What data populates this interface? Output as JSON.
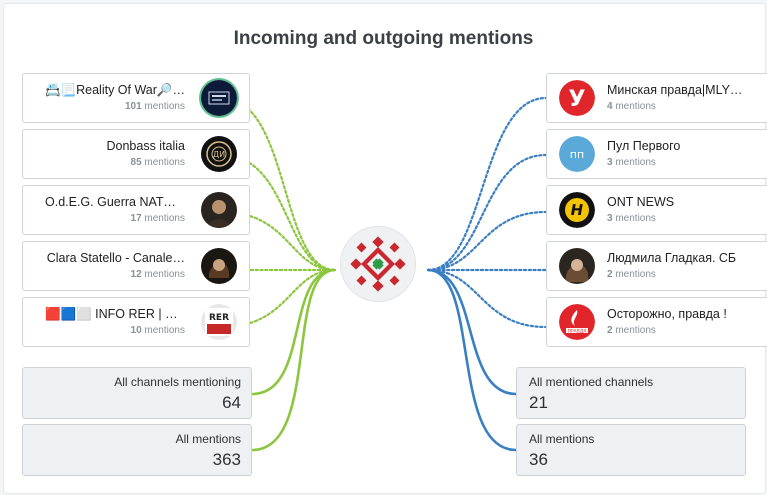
{
  "title": "Incoming and outgoing mentions",
  "colors": {
    "incoming": "#8cc63f",
    "outgoing": "#3a7fc1"
  },
  "incoming": {
    "channels": [
      {
        "name": "📇📃Reality Of War🔎📖",
        "mentions": "101",
        "suffix": " mentions",
        "avatar": "reality-of-war-avatar"
      },
      {
        "name": "Donbass italia",
        "mentions": "85",
        "suffix": " mentions",
        "avatar": "donbass-italia-avatar"
      },
      {
        "name": "O.d.E.G. Guerra NATO…",
        "mentions": "17",
        "suffix": " mentions",
        "avatar": "odeg-avatar"
      },
      {
        "name": "Clara Statello - Canale…",
        "mentions": "12",
        "suffix": " mentions",
        "avatar": "clara-statello-avatar"
      },
      {
        "name": "🟥🟦⬜ INFO RER | Ru…",
        "mentions": "10",
        "suffix": " mentions",
        "avatar": "info-rer-avatar"
      }
    ],
    "all_channels_label": "All channels mentioning",
    "all_channels_value": "64",
    "all_mentions_label": "All mentions",
    "all_mentions_value": "363"
  },
  "outgoing": {
    "channels": [
      {
        "name": "Минская правда|MLY…",
        "mentions": "4",
        "suffix": " mentions",
        "avatar": "minskaya-pravda-avatar"
      },
      {
        "name": "Пул Первого",
        "mentions": "3",
        "suffix": " mentions",
        "avatar": "pul-pervogo-avatar"
      },
      {
        "name": "ONT NEWS",
        "mentions": "3",
        "suffix": " mentions",
        "avatar": "ont-news-avatar"
      },
      {
        "name": "Людмила Гладкая. СБ",
        "mentions": "2",
        "suffix": " mentions",
        "avatar": "lyudmila-gladkaya-avatar"
      },
      {
        "name": "Осторожно, правда !",
        "mentions": "2",
        "suffix": " mentions",
        "avatar": "ostorozhno-pravda-avatar"
      }
    ],
    "all_channels_label": "All mentioned channels",
    "all_channels_value": "21",
    "all_mentions_label": "All mentions",
    "all_mentions_value": "36"
  },
  "center_avatar": "belarusian-ornament-avatar"
}
